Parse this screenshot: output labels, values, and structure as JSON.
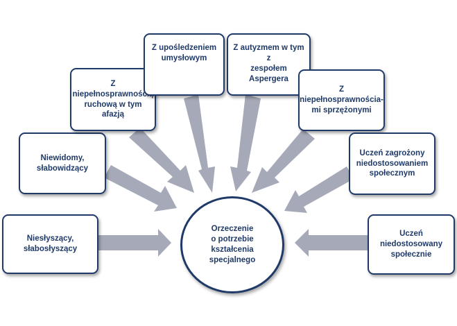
{
  "diagram": {
    "center": {
      "label": "Orzeczenie\no potrzebie\nkształcenia\nspecjalnego"
    },
    "nodes": [
      {
        "id": "nieslyszacy",
        "label": "Niesłyszący,\nsłabosłyszący"
      },
      {
        "id": "niewidomy",
        "label": "Niewidomy,\nsłabowidzący"
      },
      {
        "id": "ruchowa",
        "label": "Z niepełnosprawnością\nruchową w tym afazją"
      },
      {
        "id": "umyslowe",
        "label": "Z upośledzeniem\numysłowym"
      },
      {
        "id": "autyzm",
        "label": "Z autyzmem w tym z\nzespołem Aspergera"
      },
      {
        "id": "sprzezone",
        "label": "Z\nniepełnosprawnościa-\nmi sprzężonymi"
      },
      {
        "id": "zagrozony",
        "label": "Uczeń zagrożony\nniedostosowaniem\nspołecznym"
      },
      {
        "id": "niedostosowany",
        "label": "Uczeń niedostosowany\nspołecznie"
      }
    ]
  },
  "colors": {
    "border": "#1f3a68",
    "text": "#1f3a68",
    "arrow": "#a6aab8"
  }
}
